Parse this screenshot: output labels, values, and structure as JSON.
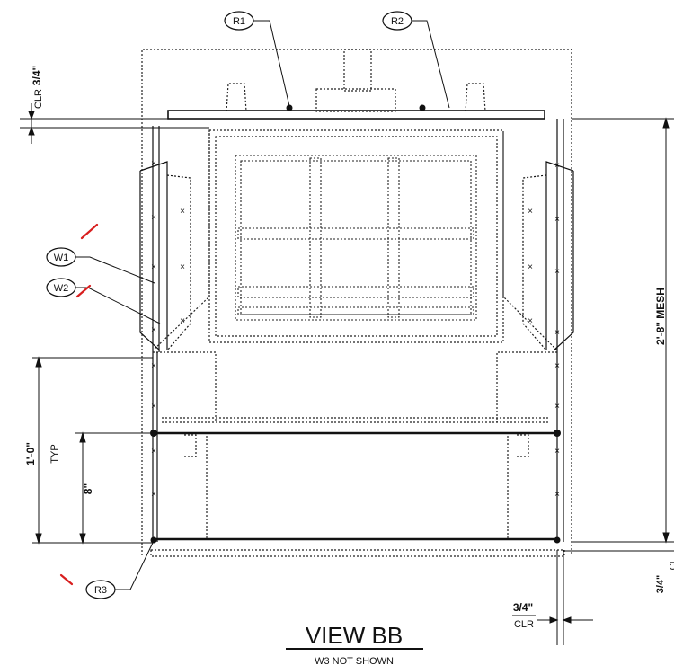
{
  "callouts": {
    "r1": "R1",
    "r2": "R2",
    "r3": "R3",
    "w1": "W1",
    "w2": "W2"
  },
  "dimensions": {
    "top_clearance_num": "3/4\"",
    "top_clearance_unit": "CLR",
    "mesh_height": "2'-8\" MESH",
    "typ_height_value": "1'-0\"",
    "typ_height_note": "TYP",
    "inner_height": "8\"",
    "right_clearance_num": "3/4\"",
    "right_clearance_unit": "CL",
    "bottom_clearance_num": "3/4\"",
    "bottom_clearance_unit": "CLR"
  },
  "view": {
    "title": "VIEW BB",
    "note": "W3 NOT SHOWN"
  },
  "colors": {
    "ink": "#111111",
    "markup": "#d81e1e"
  }
}
